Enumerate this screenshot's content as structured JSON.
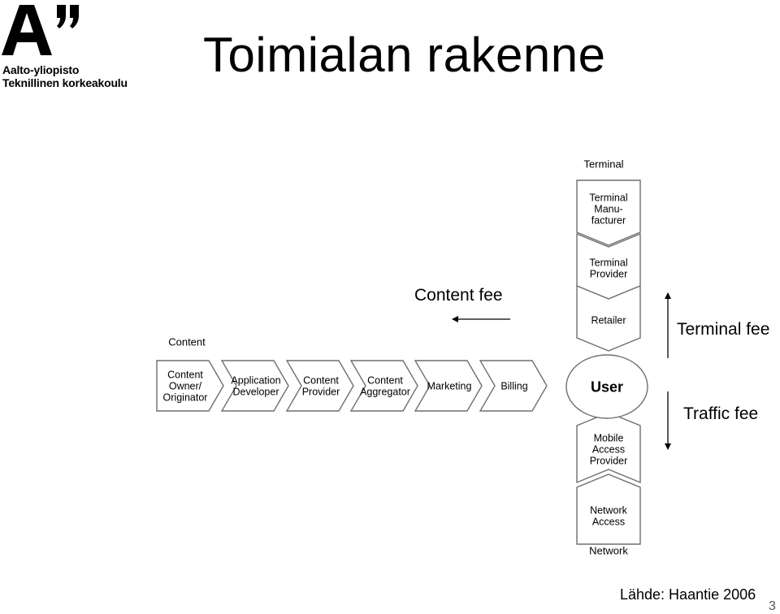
{
  "header": {
    "title": "Toimialan rakenne",
    "logo": {
      "mark": "A\"",
      "line1": "Aalto-yliopisto",
      "line2": "Teknillinen korkeakoulu"
    }
  },
  "diagram": {
    "section_labels": {
      "content": "Content",
      "terminal": "Terminal",
      "network": "Network"
    },
    "content_chain": [
      [
        "Content",
        "Owner/",
        "Originator"
      ],
      [
        "Application",
        "Developer"
      ],
      [
        "Content",
        "Provider"
      ],
      [
        "Content",
        "Aggregator"
      ],
      [
        "Marketing"
      ],
      [
        "Billing"
      ]
    ],
    "terminal_chain": [
      [
        "Terminal",
        "Manu-",
        "facturer"
      ],
      [
        "Terminal",
        "Provider"
      ],
      [
        "Retailer"
      ]
    ],
    "network_chain": [
      [
        "Mobile",
        "Access",
        "Provider"
      ],
      [
        "Network",
        "Access"
      ]
    ],
    "user": "User",
    "fees": {
      "content": "Content fee",
      "terminal": "Terminal fee",
      "traffic": "Traffic fee"
    }
  },
  "footer": {
    "source": "Lähde: Haantie 2006",
    "page_number": "3"
  }
}
